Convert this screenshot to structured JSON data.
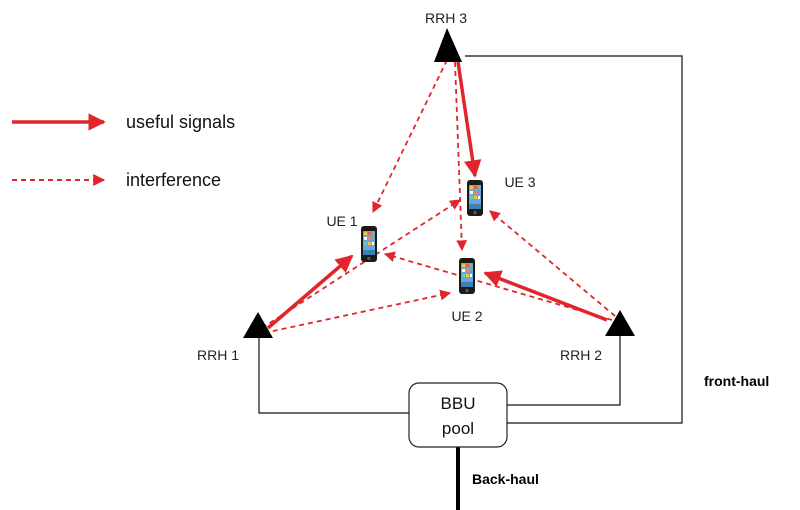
{
  "legend": {
    "useful_label": "useful signals",
    "interference_label": "interference"
  },
  "nodes": {
    "rrh1": "RRH 1",
    "rrh2": "RRH 2",
    "rrh3": "RRH 3",
    "ue1": "UE 1",
    "ue2": "UE 2",
    "ue3": "UE 3",
    "bbu_line1": "BBU",
    "bbu_line2": "pool"
  },
  "links": {
    "front_haul": "front-haul",
    "back_haul": "Back-haul"
  },
  "colors": {
    "signal": "#e0262b",
    "wire": "#111111",
    "tower": "#000000"
  },
  "icons": [
    "tower-icon",
    "phone-icon"
  ]
}
